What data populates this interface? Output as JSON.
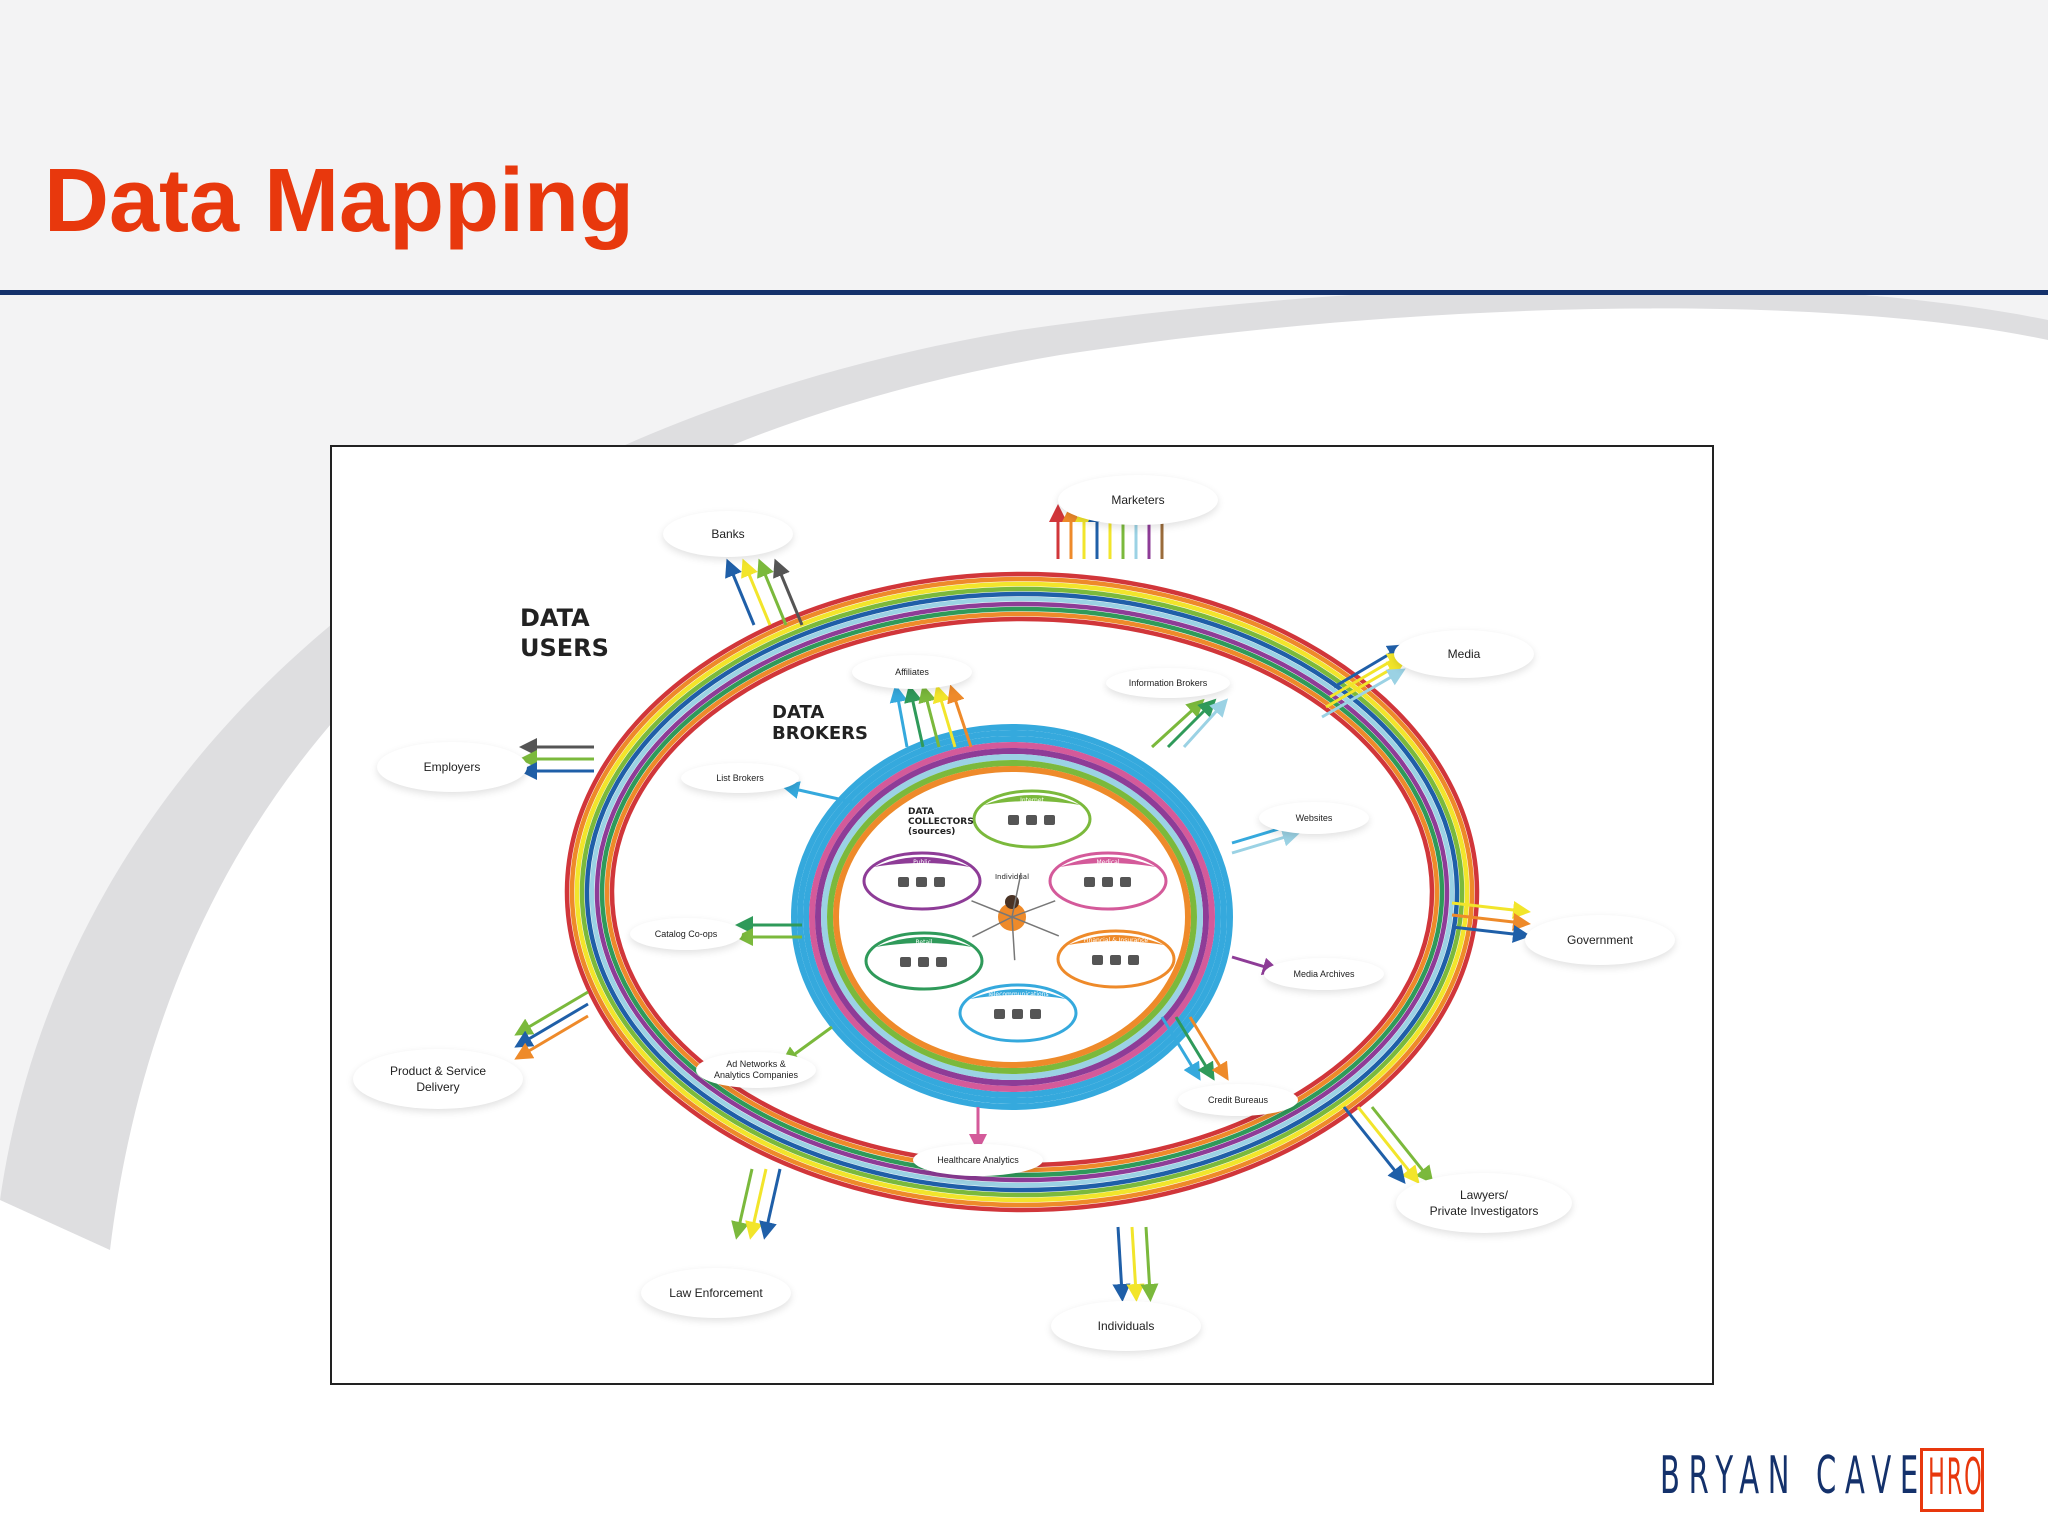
{
  "slide": {
    "title": "Data Mapping"
  },
  "diagram": {
    "headings": {
      "data_users": "DATA\nUSERS",
      "data_brokers": "DATA\nBROKERS",
      "data_collectors": "DATA\nCOLLECTORS\n(sources)"
    },
    "center": "Individual",
    "data_users": [
      {
        "label": "Marketers"
      },
      {
        "label": "Banks"
      },
      {
        "label": "Media"
      },
      {
        "label": "Employers"
      },
      {
        "label": "Government"
      },
      {
        "label": "Product & Service\nDelivery"
      },
      {
        "label": "Lawyers/\nPrivate Investigators"
      },
      {
        "label": "Law Enforcement"
      },
      {
        "label": "Individuals"
      }
    ],
    "data_brokers": [
      {
        "label": "Affiliates"
      },
      {
        "label": "Information Brokers"
      },
      {
        "label": "List Brokers"
      },
      {
        "label": "Websites"
      },
      {
        "label": "Catalog Co-ops"
      },
      {
        "label": "Media Archives"
      },
      {
        "label": "Ad Networks &\nAnalytics Companies"
      },
      {
        "label": "Credit Bureaus"
      },
      {
        "label": "Healthcare Analytics"
      }
    ],
    "data_collectors": [
      {
        "label": "Internet"
      },
      {
        "label": "Public"
      },
      {
        "label": "Medical"
      },
      {
        "label": "Retail"
      },
      {
        "label": "Financial & Insurance"
      },
      {
        "label": "Telecommunications\n& Mobile"
      }
    ],
    "colors": {
      "red": "#d1363a",
      "orange": "#ee8a2a",
      "yellow": "#f2e52b",
      "green": "#7bb93c",
      "darkgreen": "#2f9a5a",
      "blue": "#1f5fa8",
      "lightblue": "#9bd2e4",
      "purple": "#8e3c97",
      "pink": "#d45a9a",
      "brown": "#9a6b3a",
      "cyan": "#35a9dd"
    }
  },
  "logo": {
    "text": "BRYAN CAVE",
    "suffix": "HRO"
  }
}
